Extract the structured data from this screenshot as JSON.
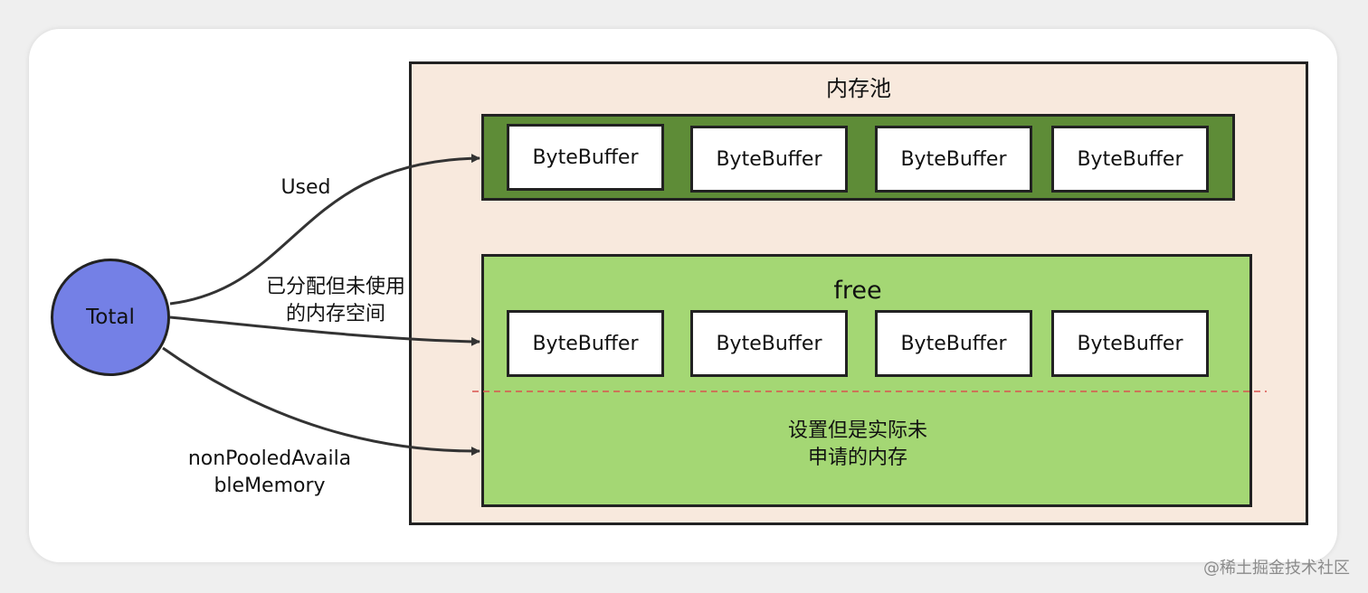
{
  "pool": {
    "title": "内存池"
  },
  "used_row": {
    "buffers": [
      "ByteBuffer",
      "ByteBuffer",
      "ByteBuffer",
      "ByteBuffer"
    ]
  },
  "free_row": {
    "title": "free",
    "buffers": [
      "ByteBuffer",
      "ByteBuffer",
      "ByteBuffer",
      "ByteBuffer"
    ]
  },
  "unallocated_note": {
    "line1": "设置但是实际未",
    "line2": "申请的内存"
  },
  "total_node": {
    "label": "Total"
  },
  "edges": {
    "used": "Used",
    "allocated_unused_line1": "已分配但未使用",
    "allocated_unused_line2": "的内存空间",
    "nonpooled_line1": "nonPooledAvaila",
    "nonpooled_line2": "bleMemory"
  },
  "watermark": "@稀土掘金技术社区",
  "colors": {
    "pool_bg": "#f8e9dd",
    "used_bg": "#5e8c37",
    "free_bg": "#a4d774",
    "total_node": "#7480e6",
    "divider": "#d9534f"
  }
}
